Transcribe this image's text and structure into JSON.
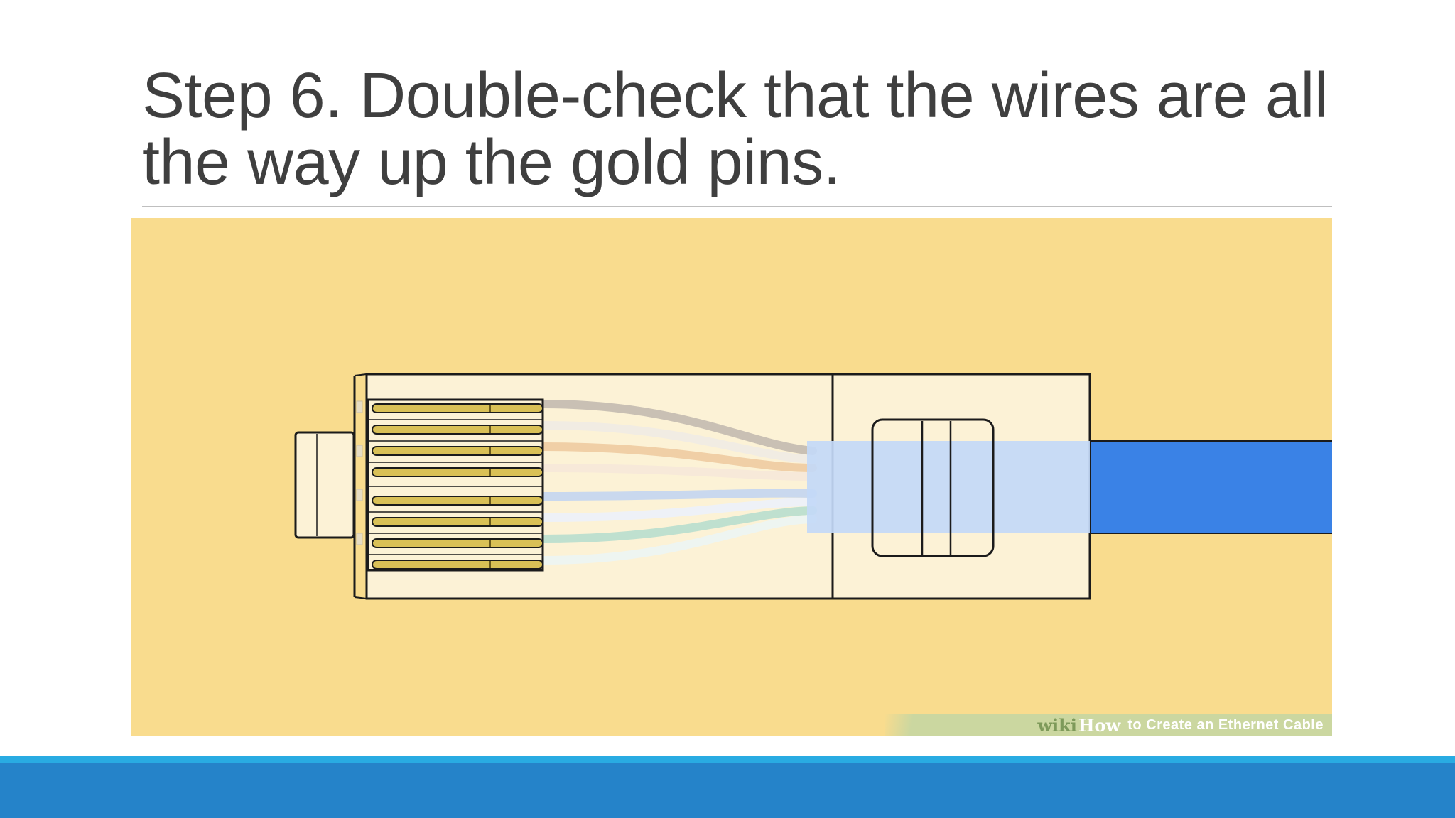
{
  "slide": {
    "title": "Step 6. Double-check that the wires are all the way up the gold pins."
  },
  "illustration": {
    "watermark_wiki": "wiki",
    "watermark_how": "How",
    "watermark_rest": "to Create an Ethernet Cable",
    "colors": {
      "background": "#f9dc8e",
      "connector_body": "#fcf2d6",
      "gold_pin": "#d9c056",
      "cable_jacket": "#3a82e6",
      "cable_inside": "#c3d9f7"
    },
    "wire_colors": [
      "#c9c0b4",
      "#f1ece3",
      "#f0cfa6",
      "#f7e9d9",
      "#c9d8ee",
      "#eef1f7",
      "#bfe0cf",
      "#eef5f1"
    ]
  },
  "footer": {
    "band_color": "#2583c9",
    "accent_color": "#29abe2"
  }
}
